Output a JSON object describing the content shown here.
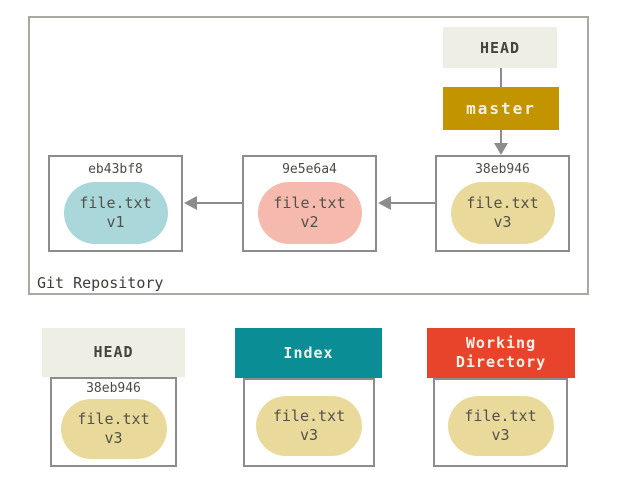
{
  "diagram": {
    "repo": {
      "label": "Git Repository",
      "head": "HEAD",
      "branch": "master",
      "commits": [
        {
          "hash": "eb43bf8",
          "file": "file.txt",
          "version": "v1"
        },
        {
          "hash": "9e5e6a4",
          "file": "file.txt",
          "version": "v2"
        },
        {
          "hash": "38eb946",
          "file": "file.txt",
          "version": "v3"
        }
      ]
    },
    "areas": [
      {
        "title": "HEAD",
        "hash": "38eb946",
        "file": "file.txt",
        "version": "v3"
      },
      {
        "title": "Index",
        "file": "file.txt",
        "version": "v3"
      },
      {
        "title": "Working Directory",
        "file": "file.txt",
        "version": "v3"
      }
    ]
  },
  "colors": {
    "blob_v1": "#a9d7da",
    "blob_v2": "#f5b9ad",
    "blob_v3": "#e9da9b",
    "head_box_bg": "#efeee5",
    "branch_box_bg": "#c29500",
    "index_header_bg": "#0a8d94",
    "working_directory_header_bg": "#e8432b",
    "box_border": "#8c8c8c",
    "outer_border": "#a9a9a1",
    "arrow": "#8c8c8c",
    "text_dark": "#45453d",
    "text_light": "#f0efe2"
  }
}
